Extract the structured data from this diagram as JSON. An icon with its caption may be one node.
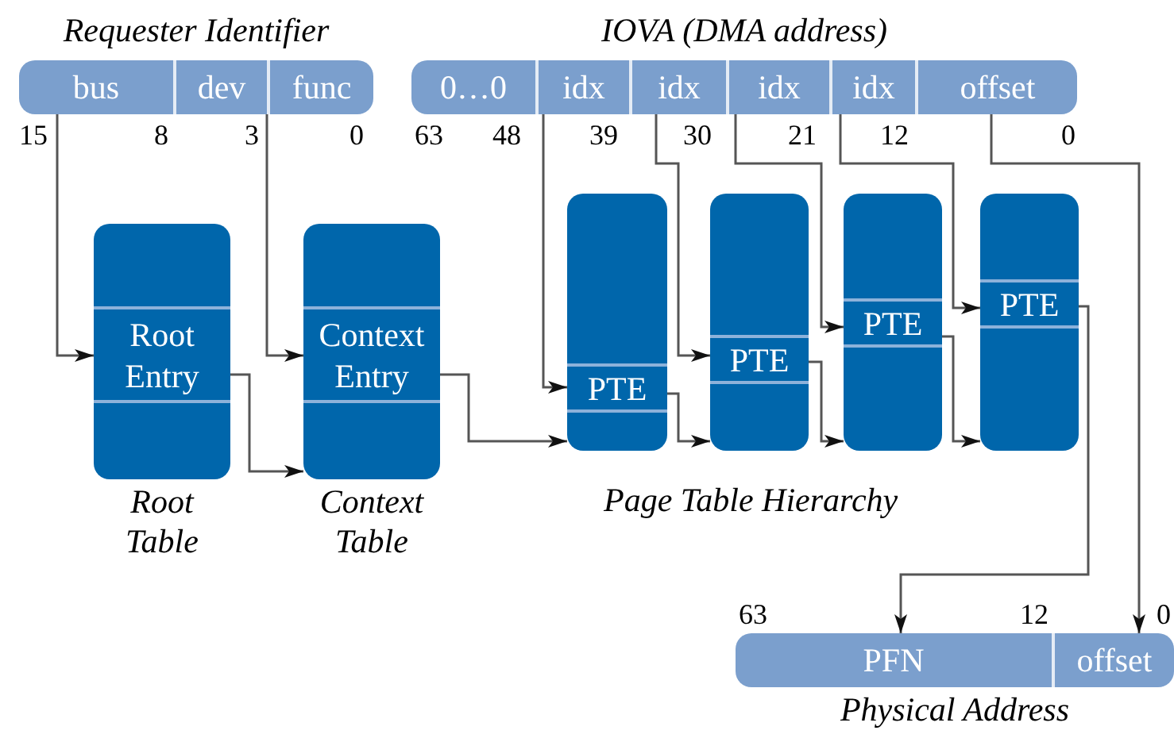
{
  "diagram": {
    "nodes": [
      {
        "text": [
          "Requester Identifier"
        ]
      },
      {
        "text": [
          "bus"
        ],
        "in": 0
      },
      {
        "text": [
          "dev"
        ],
        "in": 0
      },
      {
        "text": [
          "func"
        ],
        "in": 0
      },
      {
        "text": [
          "IOVA (DMA address)"
        ]
      },
      {
        "text": [
          "0…0"
        ],
        "in": 4
      },
      {
        "text": [
          "idx"
        ],
        "in": 4
      },
      {
        "text": [
          "idx"
        ],
        "in": 4
      },
      {
        "text": [
          "idx"
        ],
        "in": 4
      },
      {
        "text": [
          "idx"
        ],
        "in": 4
      },
      {
        "text": [
          "offset"
        ],
        "in": 4
      },
      {
        "text": [
          "Root Table"
        ]
      },
      {
        "text": [
          "Root Entry"
        ],
        "in": 11
      },
      {
        "text": [
          "Context Table"
        ]
      },
      {
        "text": [
          "Context Entry"
        ],
        "in": 13
      },
      {
        "text": [],
        "shape": "box"
      },
      {
        "text": [
          "PTE"
        ],
        "in": 15
      },
      {
        "text": [],
        "shape": "box"
      },
      {
        "text": [
          "PTE"
        ],
        "in": 17
      },
      {
        "text": [],
        "shape": "box"
      },
      {
        "text": [
          "PTE"
        ],
        "in": 19
      },
      {
        "text": [],
        "shape": "box"
      },
      {
        "text": [
          "PTE"
        ],
        "in": 21
      },
      {
        "text": [
          "Physical Address"
        ]
      },
      {
        "text": [
          "PFN"
        ],
        "in": 23
      },
      {
        "text": [
          "offset"
        ],
        "in": 23
      }
    ],
    "edges": [
      {
        "from": 1,
        "to": 12,
        "arrow": "to"
      },
      {
        "from": 3,
        "to": 14,
        "arrow": "to"
      },
      {
        "from": 12,
        "to": 13,
        "arrow": "to"
      },
      {
        "from": 14,
        "to": 15,
        "arrow": "to"
      },
      {
        "from": 6,
        "to": 16,
        "arrow": "to"
      },
      {
        "from": 7,
        "to": 18,
        "arrow": "to"
      },
      {
        "from": 8,
        "to": 20,
        "arrow": "to"
      },
      {
        "from": 9,
        "to": 22,
        "arrow": "to"
      },
      {
        "from": 16,
        "to": 17,
        "arrow": "to"
      },
      {
        "from": 18,
        "to": 19,
        "arrow": "to"
      },
      {
        "from": 20,
        "to": 21,
        "arrow": "to"
      },
      {
        "from": 22,
        "to": 24,
        "arrow": "to"
      },
      {
        "from": 10,
        "to": 25,
        "arrow": "to"
      }
    ],
    "labels": [
      "15",
      "8",
      "3",
      "0",
      "63",
      "48",
      "39",
      "30",
      "21",
      "12",
      "0",
      "Page Table Hierarchy",
      "63",
      "12",
      "0"
    ]
  }
}
